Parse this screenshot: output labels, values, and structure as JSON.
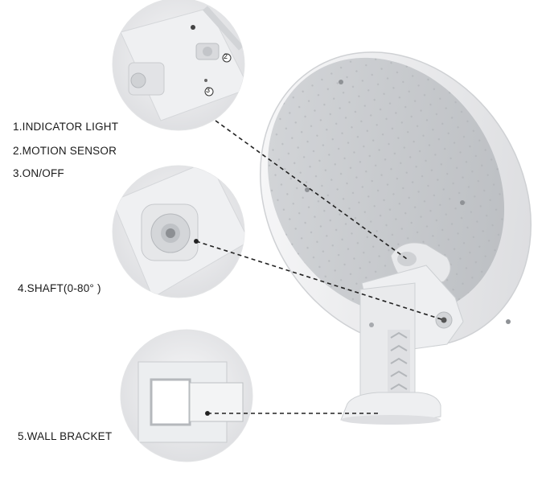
{
  "labels": {
    "indicator_light": "1.INDICATOR LIGHT",
    "motion_sensor": "2.MOTION SENSOR",
    "on_off": "3.ON/OFF",
    "shaft": "4.SHAFT(0-80° )",
    "wall_bracket": "5.WALL BRACKET"
  },
  "callout_numbers": {
    "two": "2",
    "three": "3"
  },
  "colors": {
    "background": "#ffffff",
    "lamp_body": "#e9eaec",
    "lamp_panel": "#c9cbce",
    "dashed_line": "#222222"
  }
}
